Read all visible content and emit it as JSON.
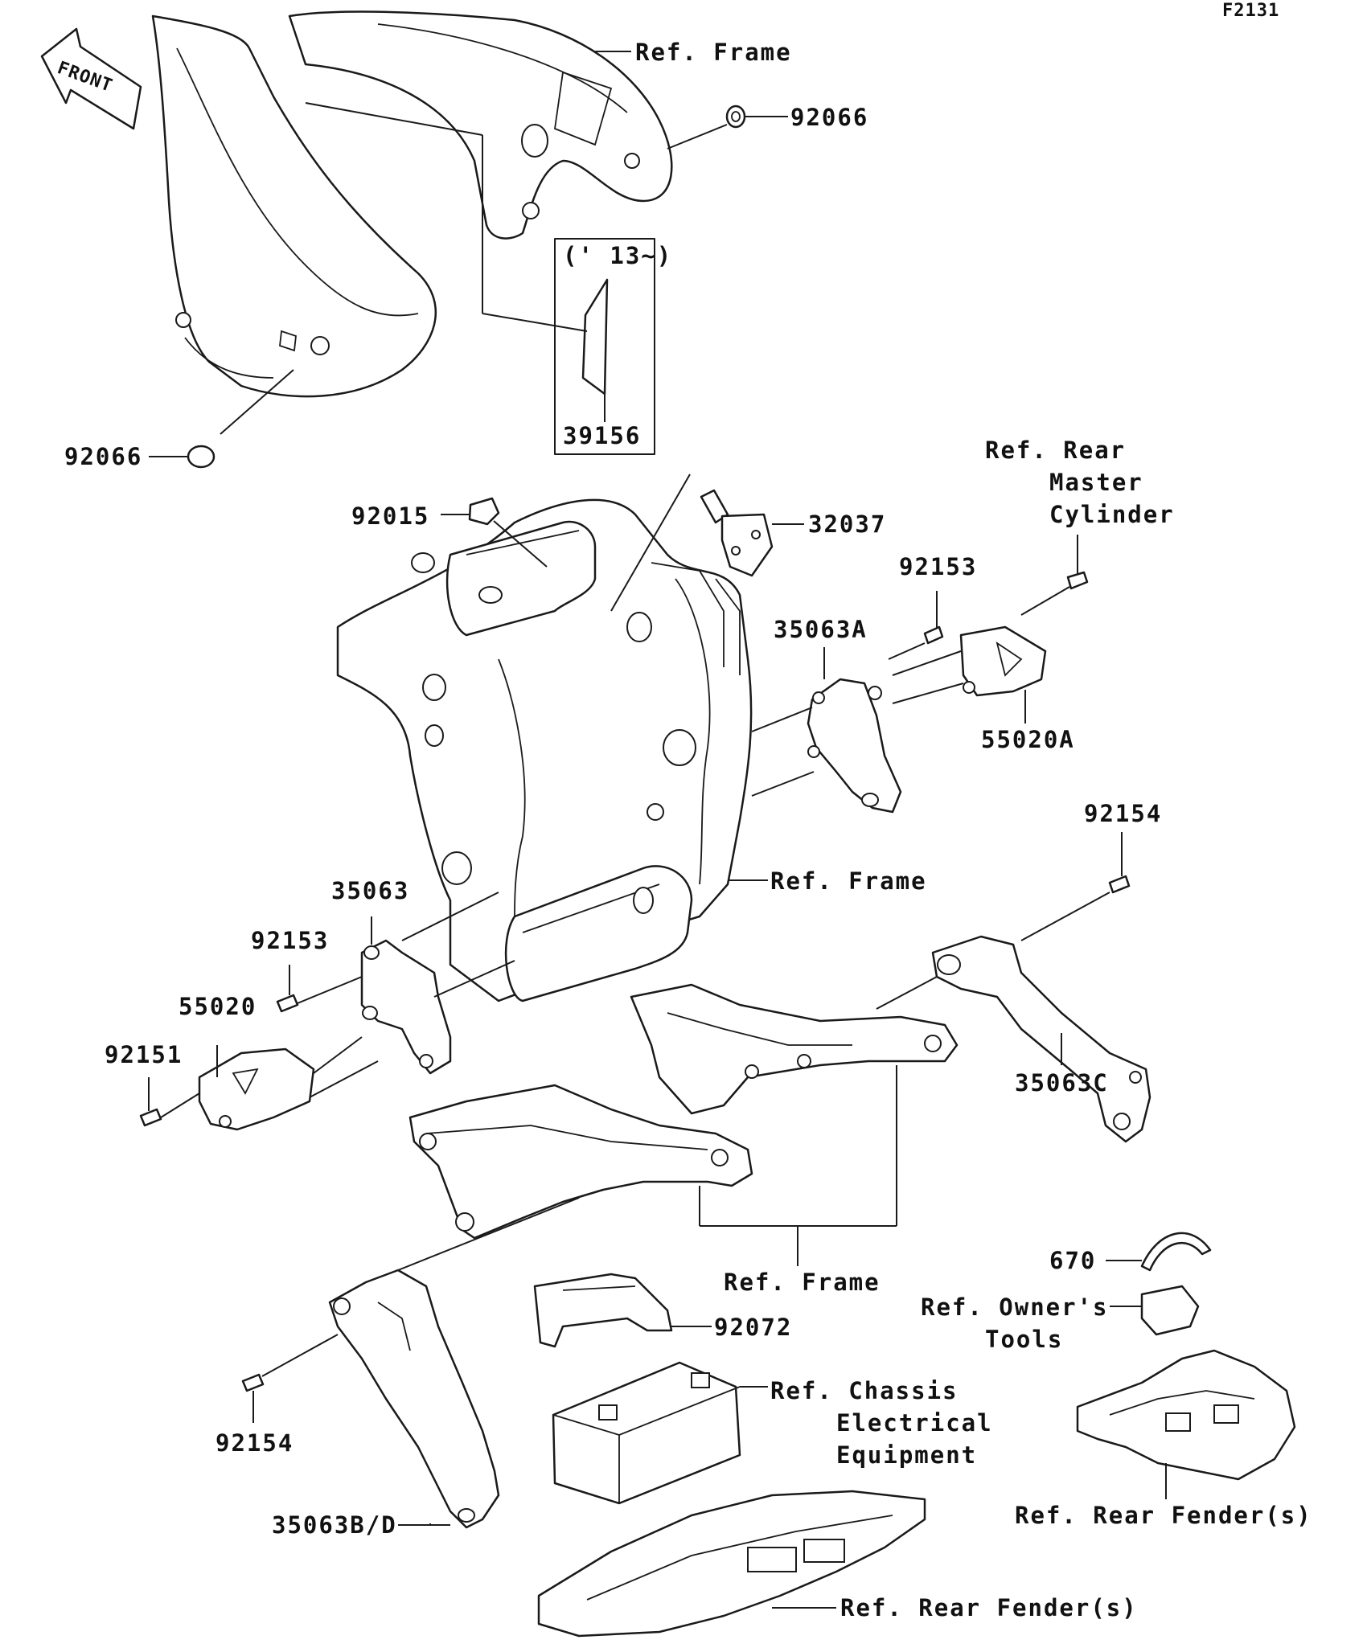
{
  "figure_code": "F2131",
  "front_marker": "FRONT",
  "variant_note": "(' 13~)",
  "labels": {
    "ref_frame_top": "Ref. Frame",
    "p92066_top": "92066",
    "p92066_left": "92066",
    "p39156": "39156",
    "p92015": "92015",
    "p32037": "32037",
    "ref_rear_master_cylinder": [
      "Ref. Rear",
      "Master",
      "Cylinder"
    ],
    "p92153_right": "92153",
    "p35063A": "35063A",
    "p55020A": "55020A",
    "p92154_right": "92154",
    "ref_frame_mid": "Ref. Frame",
    "p35063": "35063",
    "p92153_left": "92153",
    "p55020": "55020",
    "p92151": "92151",
    "p35063C": "35063C",
    "ref_frame_bottom": "Ref. Frame",
    "p670": "670",
    "ref_owners_tools": [
      "Ref. Owner's",
      "Tools"
    ],
    "p92072": "92072",
    "ref_chassis_electrical": [
      "Ref. Chassis",
      "Electrical",
      "Equipment"
    ],
    "p92154_left": "92154",
    "p35063BD": "35063B/D",
    "ref_rear_fender_right": "Ref. Rear Fender(s)",
    "ref_rear_fender_bottom": "Ref. Rear Fender(s)"
  }
}
